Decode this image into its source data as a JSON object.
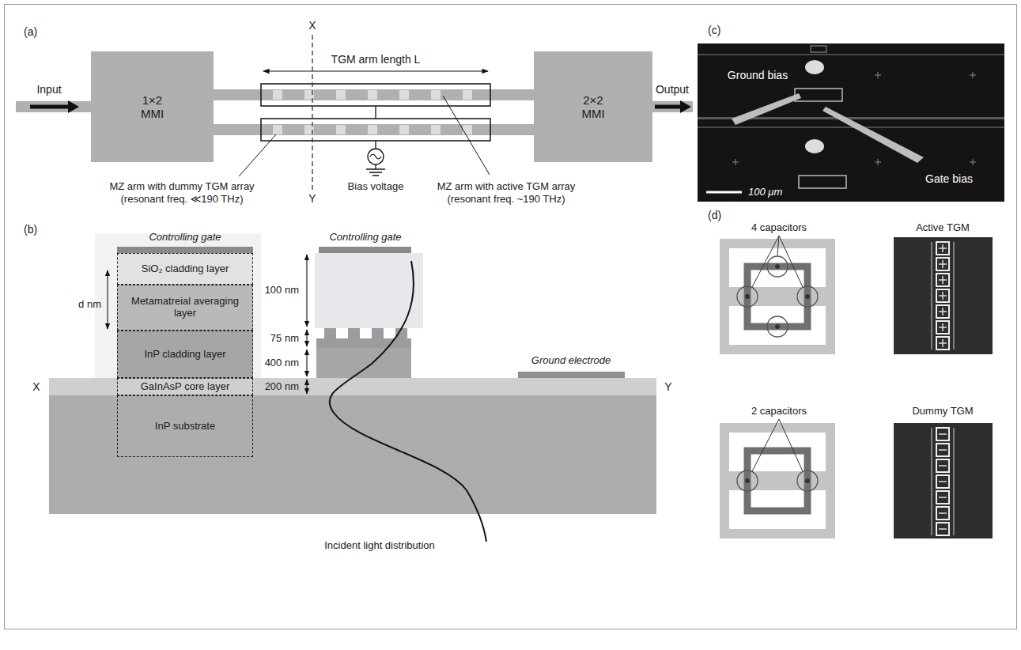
{
  "diagram": {
    "nodes": [
      {
        "text": [
          "1×2 MMI"
        ]
      },
      {
        "text": [
          "2×2 MMI"
        ]
      },
      {
        "text": [
          "SiO₂ cladding layer"
        ]
      },
      {
        "text": [
          "Metamatreial averaging layer"
        ]
      },
      {
        "text": [
          "InP cladding layer"
        ]
      },
      {
        "text": [
          "GaInAsP core layer"
        ]
      },
      {
        "text": [
          "InP substrate"
        ]
      }
    ],
    "labels": [
      "(a)",
      "X",
      "TGM arm length L",
      "Input",
      "Output",
      "MZ arm with dummy TGM array (resonant freq. ≪190 THz)",
      "Y",
      "Bias voltage",
      "MZ arm with active TGM array (resonant freq. ~190 THz)",
      "(b)",
      "Controlling gate",
      "d nm",
      "Controlling gate",
      "100 nm",
      "75 nm",
      "400 nm",
      "200 nm",
      "Ground electrode",
      "X",
      "Y",
      "Incident light distribution",
      "(c)",
      "Ground bias",
      "Gate bias",
      "100 μm",
      "(d)",
      "4 capacitors",
      "Active TGM",
      "2 capacitors",
      "Dummy TGM"
    ]
  }
}
